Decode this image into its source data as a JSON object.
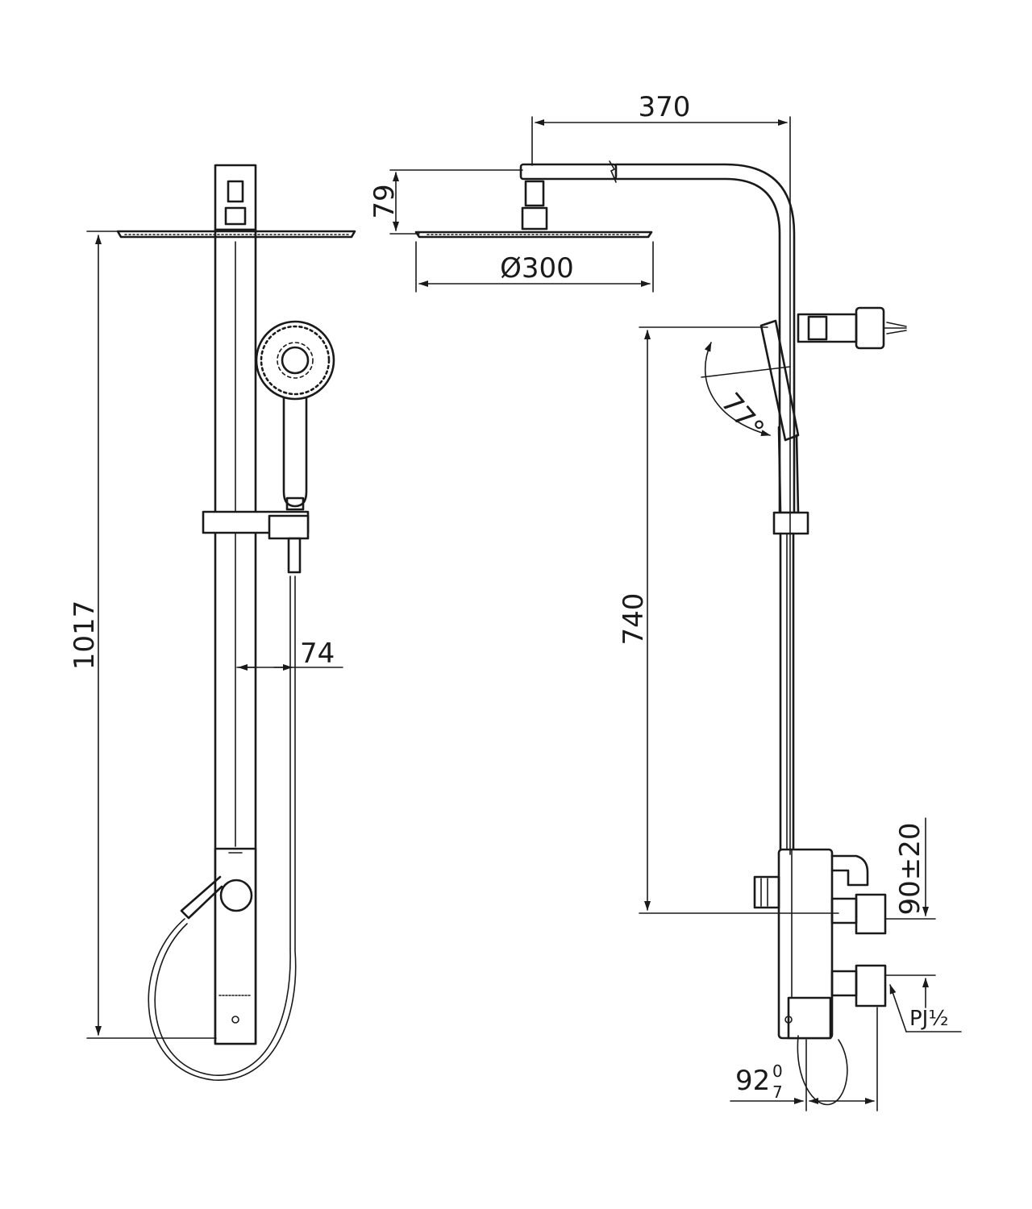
{
  "drawing": {
    "dimensions": {
      "arm_reach": "370",
      "head_height": "79",
      "head_diameter": "Ø300",
      "total_height": "1017",
      "hand_offset": "74",
      "holder_height": "740",
      "angle": "77°",
      "inlet_spacing": "90±20",
      "pipe_thread": "PJ½",
      "body_depth": "92",
      "body_depth_tol_upper": "0",
      "body_depth_tol_lower": "7"
    }
  }
}
